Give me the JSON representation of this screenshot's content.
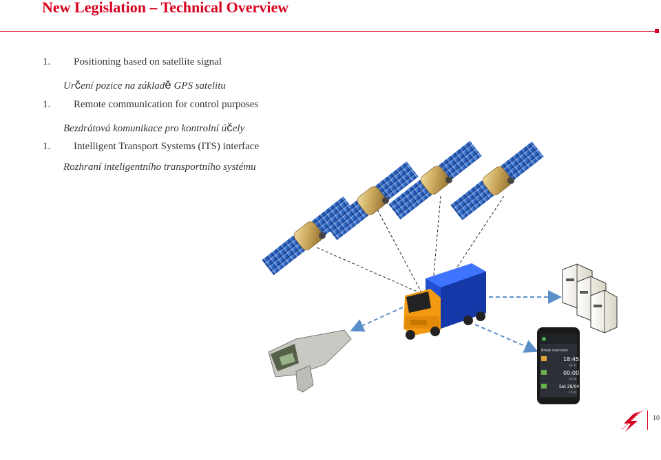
{
  "slide": {
    "title": "New Legislation – Technical Overview",
    "page_number": "10"
  },
  "items": [
    {
      "number": "1.",
      "text": "Positioning based on satellite signal",
      "sub_a": "Ur",
      "sub_b": "č",
      "sub_c": "ení pozice na základ",
      "sub_d": "ě",
      "sub_e": " GPS satelitu"
    },
    {
      "number": "1.",
      "text": "Remote communication for control purposes",
      "sub_a": "Bezdrátová komunikace pro kontrolní ú",
      "sub_b": "č",
      "sub_c": "ely"
    },
    {
      "number": "1.",
      "text": "Intelligent Transport Systems (ITS) interface",
      "sub": "Rozhraní inteligentního transportního systému"
    }
  ],
  "phone": {
    "header": "Break overview",
    "rows": [
      {
        "value": "18:45",
        "sub": "09:45"
      },
      {
        "value": "00:00",
        "sub": "00:00"
      },
      {
        "value": "Sat 28/04",
        "sub": "45:00"
      }
    ]
  },
  "colors": {
    "accent": "#d7001e",
    "arrow": "#5b8fc9",
    "truck_cargo": "#1f4fd0",
    "truck_cab": "#f39a12",
    "satellite_panel": "#2a5fb8",
    "satellite_body": "#c9a55a"
  },
  "icons": [
    "satellite-icon",
    "truck-icon",
    "server-icon",
    "handheld-reader-icon",
    "smartphone-icon",
    "company-logo"
  ]
}
